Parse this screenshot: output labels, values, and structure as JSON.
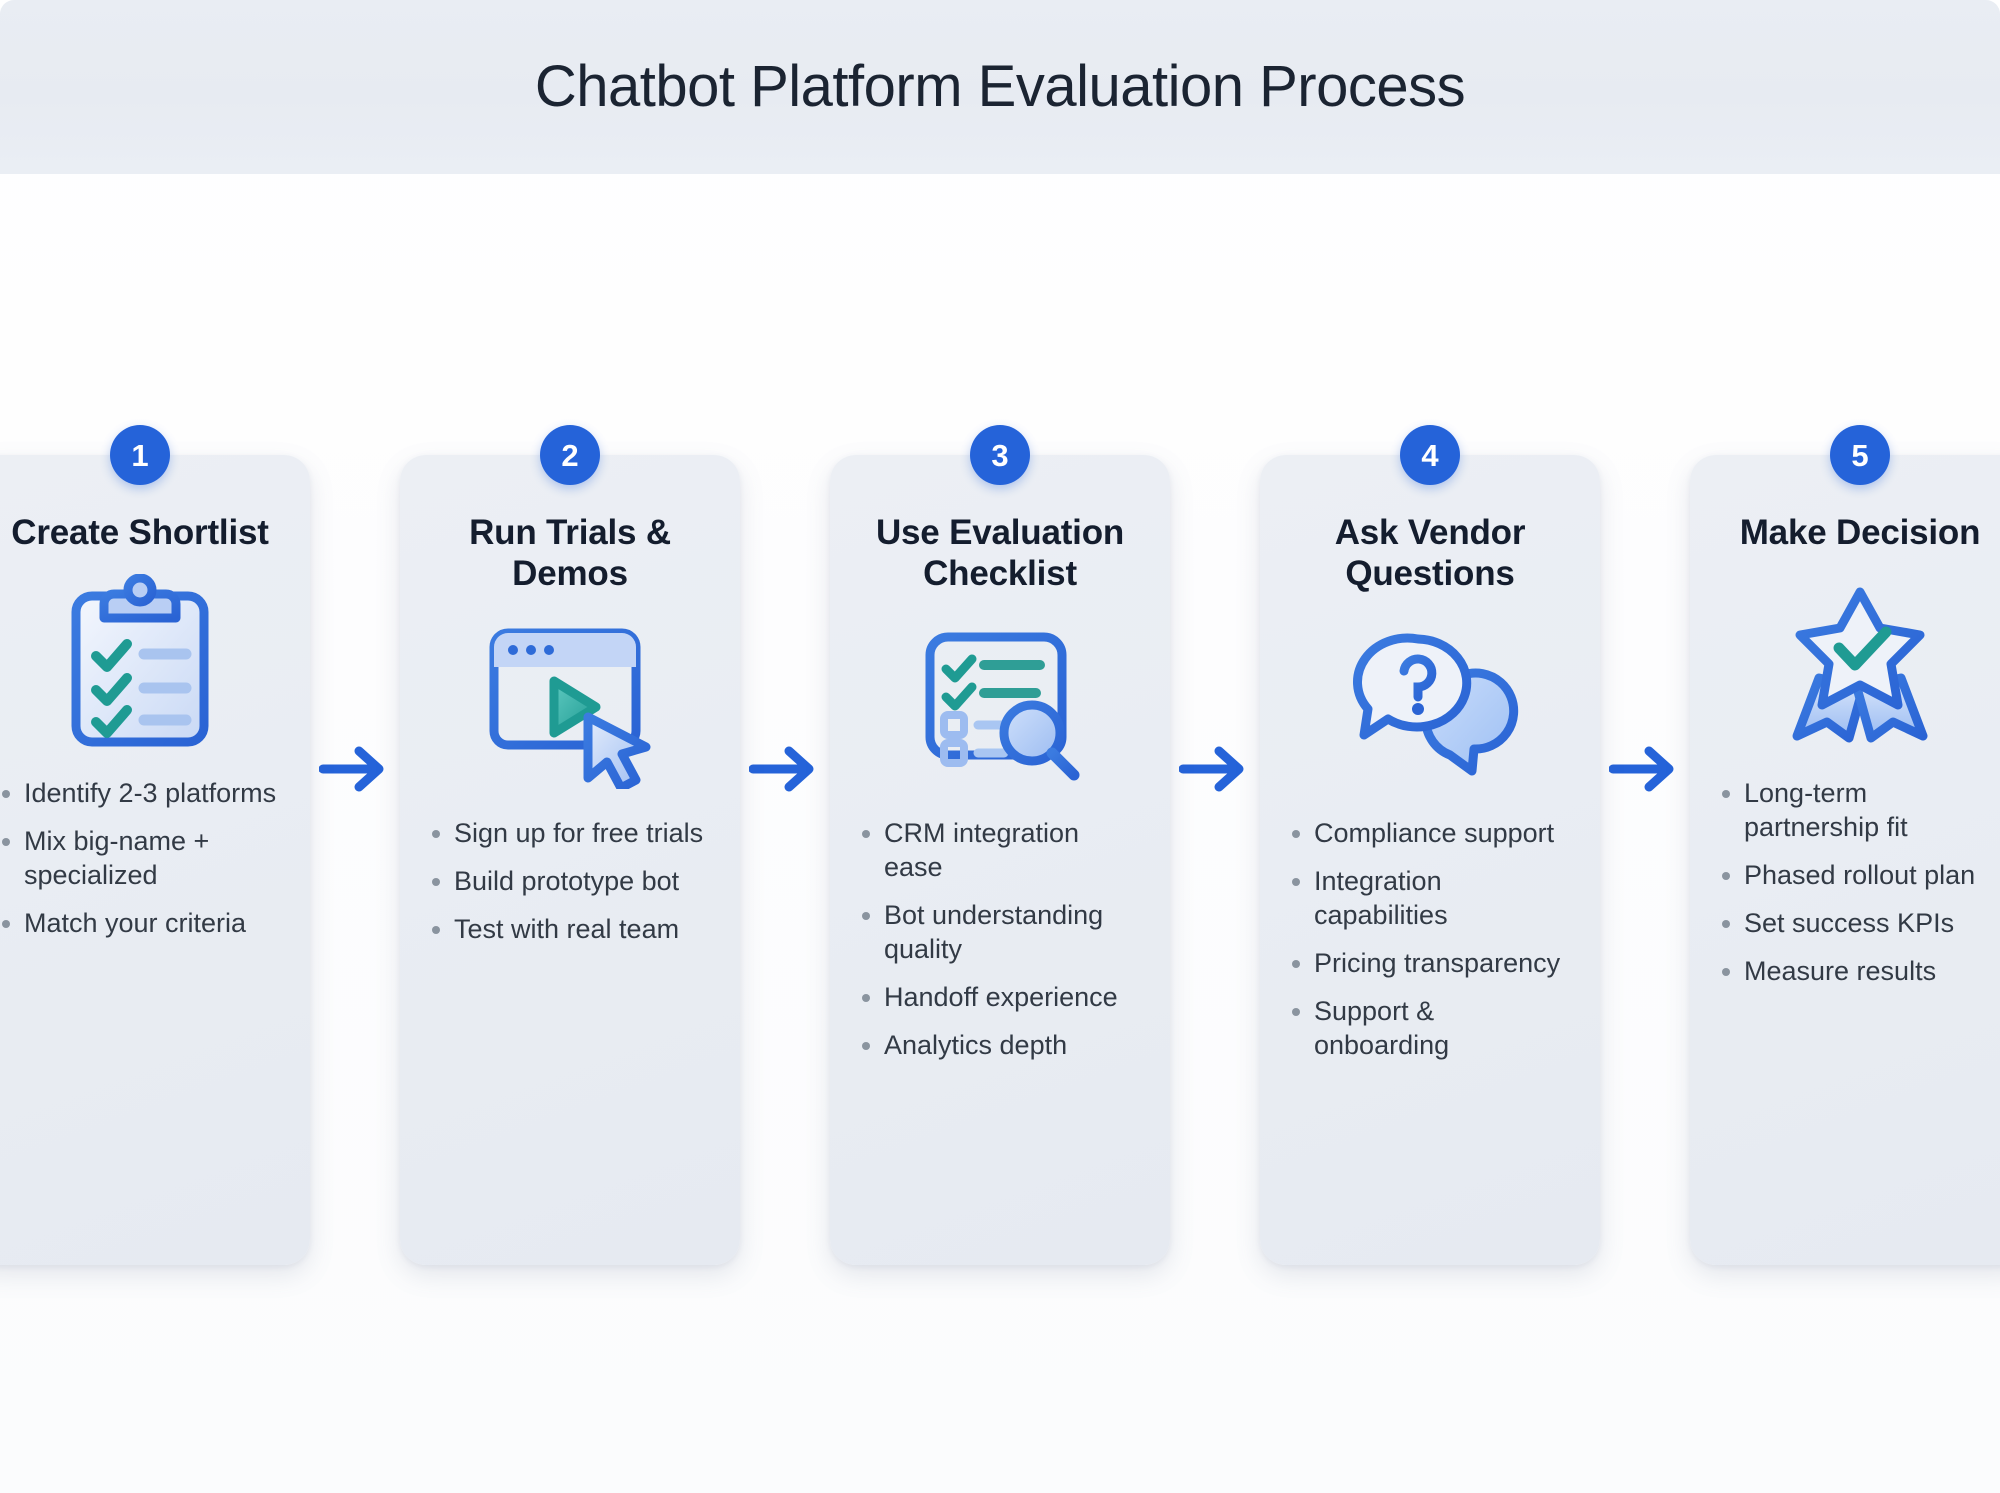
{
  "header": {
    "title": "Chatbot Platform Evaluation Process",
    "band_color": "#e8ecf3",
    "title_color": "#1b2432"
  },
  "theme": {
    "accent_blue": "#2563d9",
    "card_bg": "#e9edf3",
    "bullet_text": "#323a45",
    "teal": "#1f9b93",
    "light_blue": "#a8c4f5"
  },
  "connector": {
    "icon": "arrow-right-icon",
    "color": "#2563d9",
    "count": 4
  },
  "steps": [
    {
      "number": "1",
      "title": "Create Shortlist",
      "icon": "clipboard-checklist-icon",
      "bullets": [
        "Identify 2-3 platforms",
        "Mix big-name + specialized",
        "Match your criteria"
      ]
    },
    {
      "number": "2",
      "title": "Run Trials & Demos",
      "icon": "browser-play-cursor-icon",
      "bullets": [
        "Sign up for free trials",
        "Build prototype bot",
        "Test with real team"
      ]
    },
    {
      "number": "3",
      "title": "Use Evaluation Checklist",
      "icon": "checklist-magnifier-icon",
      "bullets": [
        "CRM integration ease",
        "Bot understanding quality",
        "Handoff experience",
        "Analytics depth"
      ]
    },
    {
      "number": "4",
      "title": "Ask Vendor Questions",
      "icon": "question-speech-bubbles-icon",
      "bullets": [
        "Compliance support",
        "Integration capabilities",
        "Pricing transparency",
        "Support & onboarding"
      ]
    },
    {
      "number": "5",
      "title": "Make Decision",
      "icon": "star-award-check-icon",
      "bullets": [
        "Long-term partnership fit",
        "Phased rollout plan",
        "Set success KPIs",
        "Measure results"
      ]
    }
  ]
}
